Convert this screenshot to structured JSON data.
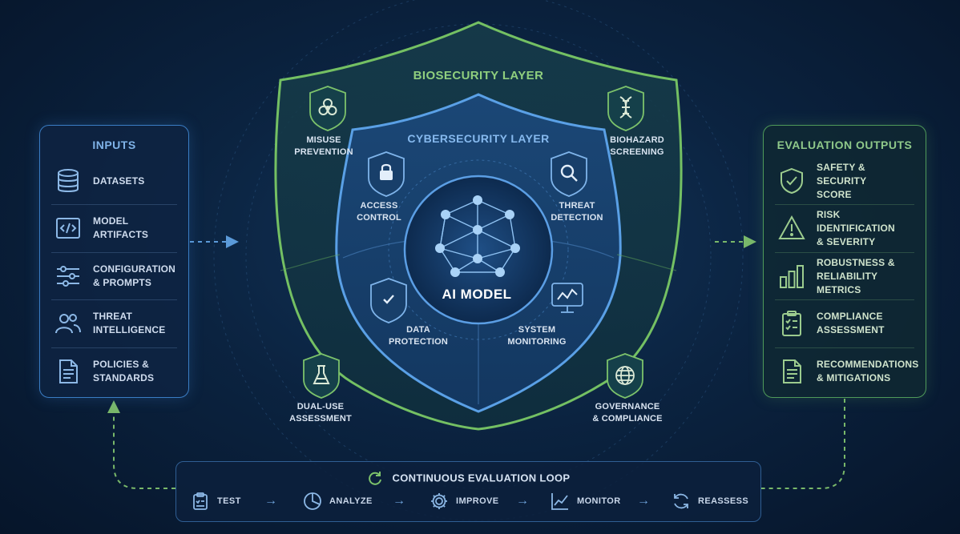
{
  "inputs": {
    "title": "INPUTS",
    "items": [
      {
        "label": "DATASETS",
        "icon": "database-icon"
      },
      {
        "label": "MODEL\nARTIFACTS",
        "icon": "code-icon"
      },
      {
        "label": "CONFIGURATION\n& PROMPTS",
        "icon": "sliders-icon"
      },
      {
        "label": "THREAT\nINTELLIGENCE",
        "icon": "users-icon"
      },
      {
        "label": "POLICIES &\nSTANDARDS",
        "icon": "document-icon"
      }
    ]
  },
  "outputs": {
    "title": "EVALUATION OUTPUTS",
    "items": [
      {
        "label": "SAFETY & SECURITY\nSCORE",
        "icon": "shield-check-icon"
      },
      {
        "label": "RISK IDENTIFICATION\n& SEVERITY",
        "icon": "warning-icon"
      },
      {
        "label": "ROBUSTNESS &\nRELIABILITY METRICS",
        "icon": "bar-chart-icon"
      },
      {
        "label": "COMPLIANCE\nASSESSMENT",
        "icon": "clipboard-icon"
      },
      {
        "label": "RECOMMENDATIONS\n& MITIGATIONS",
        "icon": "document-icon"
      }
    ]
  },
  "biosecurity": {
    "title": "BIOSECURITY LAYER",
    "controls": [
      {
        "label": "MISUSE\nPREVENTION",
        "icon": "biohazard-icon"
      },
      {
        "label": "BIOHAZARD\nSCREENING",
        "icon": "dna-icon"
      },
      {
        "label": "DUAL-USE\nASSESSMENT",
        "icon": "flask-icon"
      },
      {
        "label": "GOVERNANCE\n& COMPLIANCE",
        "icon": "globe-icon"
      }
    ]
  },
  "cybersecurity": {
    "title": "CYBERSECURITY LAYER",
    "controls": [
      {
        "label": "ACCESS\nCONTROL",
        "icon": "lock-icon"
      },
      {
        "label": "THREAT\nDETECTION",
        "icon": "magnifier-icon"
      },
      {
        "label": "DATA\nPROTECTION",
        "icon": "shield-check-icon"
      },
      {
        "label": "SYSTEM\nMONITORING",
        "icon": "monitor-icon"
      }
    ]
  },
  "core": {
    "title": "AI MODEL",
    "icon": "neural-network-icon"
  },
  "loop": {
    "title": "CONTINUOUS EVALUATION LOOP",
    "icon": "refresh-icon",
    "steps": [
      {
        "label": "TEST",
        "icon": "clipboard-icon"
      },
      {
        "label": "ANALYZE",
        "icon": "pie-chart-icon"
      },
      {
        "label": "IMPROVE",
        "icon": "gear-icon"
      },
      {
        "label": "MONITOR",
        "icon": "line-chart-icon"
      },
      {
        "label": "REASSESS",
        "icon": "refresh-icon"
      }
    ]
  },
  "colors": {
    "blue_accent": "#4a90d9",
    "green_accent": "#6fbf5f",
    "background": "#0b2340"
  }
}
